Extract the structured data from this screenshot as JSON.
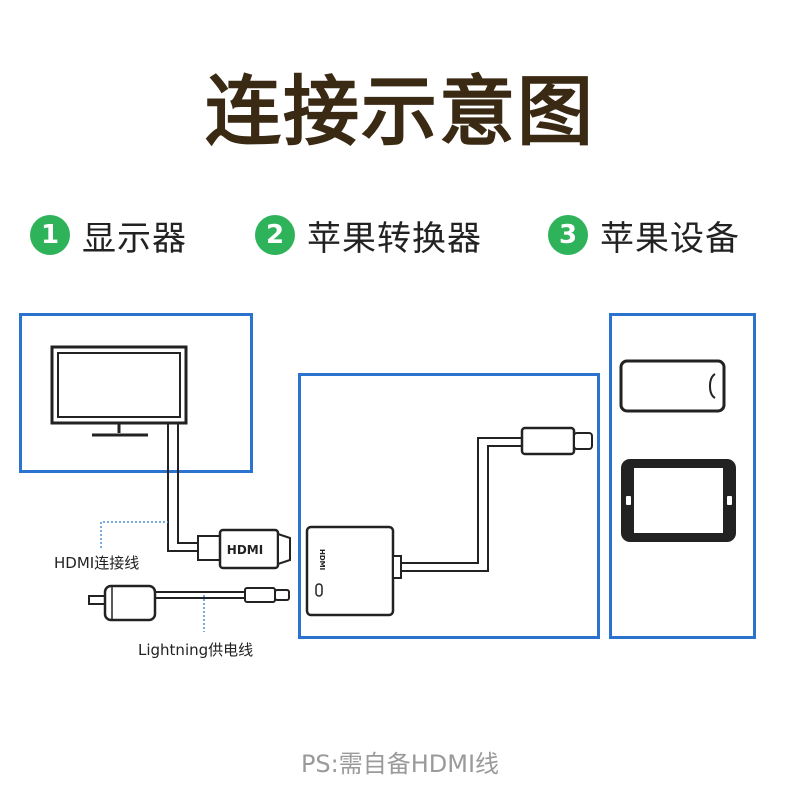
{
  "title": "连接示意图",
  "legend": [
    {
      "num": "1",
      "label": "显示器"
    },
    {
      "num": "2",
      "label": "苹果转换器"
    },
    {
      "num": "3",
      "label": "苹果设备"
    }
  ],
  "plug_hdmi_label": "HDMI",
  "adapter_hdmi_label": "HDMI",
  "cable_labels": {
    "hdmi": "HDMI连接线",
    "lightning": "Lightning供电线"
  },
  "note": "PS:需自备HDMI线",
  "colors": {
    "title": "#3a2a14",
    "accent_green": "#2fb35a",
    "box_border": "#2a73cf",
    "line": "#222222",
    "dotted": "#4a90d9"
  }
}
